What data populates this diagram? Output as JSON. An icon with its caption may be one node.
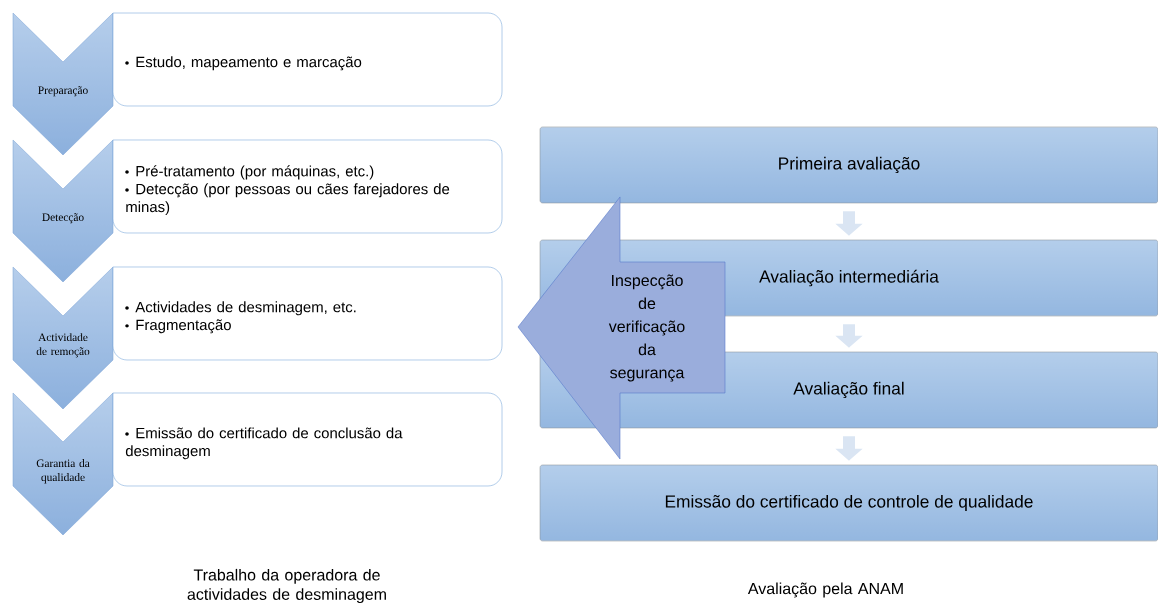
{
  "diagram": {
    "nodes": [
      {
        "text": [
          "Preparação"
        ]
      },
      {
        "text": [
          "Estudo, mapeamento e marcação"
        ]
      },
      {
        "text": [
          "Detecção"
        ]
      },
      {
        "text": [
          "Pré-tratamento (por máquinas, etc.)",
          "Detecção (por pessoas ou cães farejadores de minas)"
        ]
      },
      {
        "text": [
          "Actividade de remoção"
        ]
      },
      {
        "text": [
          "Actividades de desminagem, etc.",
          "Fragmentação"
        ]
      },
      {
        "text": [
          "Garantia da qualidade"
        ]
      },
      {
        "text": [
          "Emissão do certificado de conclusão da desminagem"
        ]
      },
      {
        "text": [
          "Primeira avaliação"
        ]
      },
      {
        "text": [
          "Avaliação intermediária"
        ]
      },
      {
        "text": [
          "Avaliação final"
        ]
      },
      {
        "text": [
          "Emissão do certificado de controle de qualidade"
        ]
      },
      {
        "text": [
          "Inspecção de verificação da segurança"
        ]
      }
    ],
    "edges": [
      {
        "from": 8,
        "to": 9,
        "arrow": "to"
      },
      {
        "from": 9,
        "to": 10,
        "arrow": "to"
      },
      {
        "from": 10,
        "to": 11,
        "arrow": "to"
      }
    ],
    "labels": [
      "Trabalho da operadora de actividades de desminagem",
      "Avaliação pela ANAM"
    ]
  }
}
